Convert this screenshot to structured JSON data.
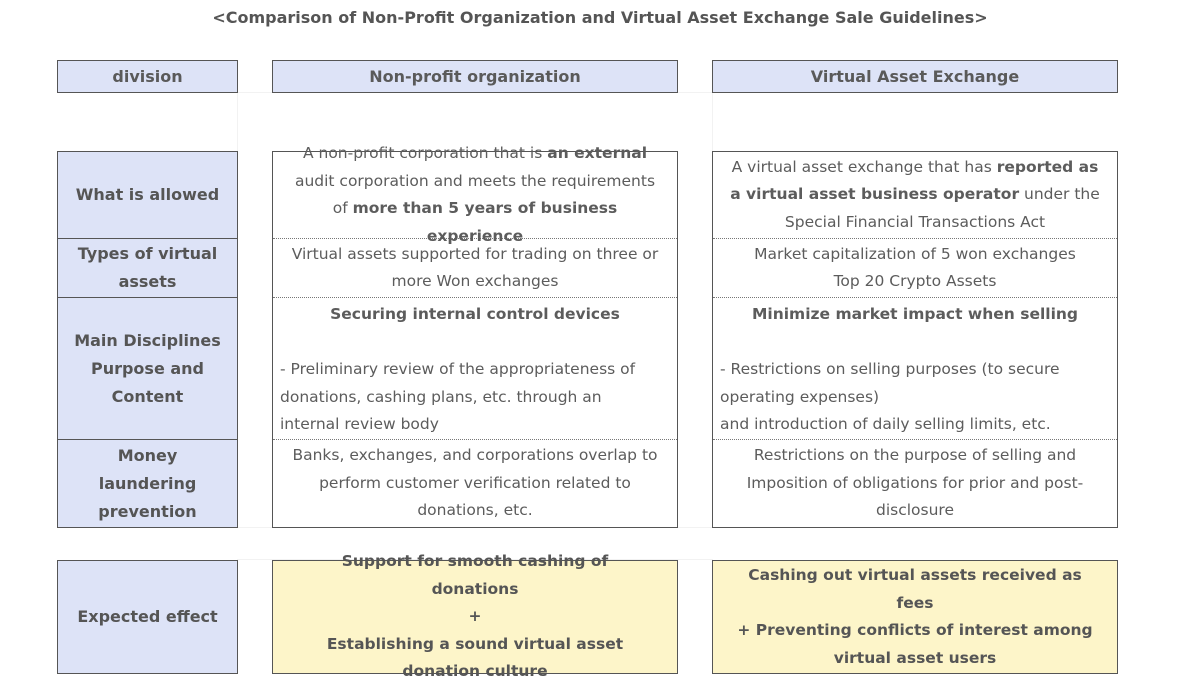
{
  "title": "<Comparison of Non-Profit Organization and Virtual Asset Exchange Sale Guidelines>",
  "headers": {
    "division": "division",
    "nonprofit": "Non-profit organization",
    "exchange": "Virtual Asset Exchange"
  },
  "rows": {
    "allowed": {
      "label": "What is allowed",
      "nonprofit": {
        "p1": "A non-profit corporation that is ",
        "b1": "an external",
        "p2": " audit corporation and meets the requirements of ",
        "b2": "more than 5 years of business experience"
      },
      "exchange": {
        "p1": "A virtual asset exchange that has ",
        "b1": "reported as a virtual asset business operator",
        "p2": " under the Special Financial Transactions Act"
      }
    },
    "types": {
      "label": "Types of virtual assets",
      "nonprofit": "Virtual assets supported for trading on three or more Won exchanges",
      "exchange_line1": "Market capitalization of 5 won exchanges",
      "exchange_line2": "Top 20 Crypto Assets"
    },
    "disciplines": {
      "label_line1": "Main Disciplines",
      "label_line2": "Purpose and Content",
      "nonprofit_heading": "Securing internal control devices",
      "nonprofit_body": "- Preliminary review of the appropriateness of donations, cashing plans, etc. through an internal review body",
      "exchange_heading": "Minimize market impact when selling",
      "exchange_body1": "- Restrictions on selling purposes (to secure operating expenses)",
      "exchange_body2": "and introduction of daily selling limits, etc."
    },
    "laundering": {
      "label": "Money laundering prevention",
      "nonprofit": "Banks, exchanges, and corporations overlap to perform customer verification related to donations, etc.",
      "exchange_line1": "Restrictions on the purpose of selling and",
      "exchange_line2": "Imposition of obligations for prior and post-disclosure"
    }
  },
  "effect": {
    "label": "Expected effect",
    "nonprofit_line1": "Support for smooth cashing of donations",
    "nonprofit_plus": "+",
    "nonprofit_line2": "Establishing a sound virtual asset donation culture",
    "exchange_line1": "Cashing out virtual assets received as fees",
    "exchange_line2": "+ Preventing conflicts of interest among virtual asset users"
  },
  "colors": {
    "header_fill": "#dde3f7",
    "label_fill": "#dde3f7",
    "effect_fill": "#fdf5c9",
    "border": "#555555"
  }
}
